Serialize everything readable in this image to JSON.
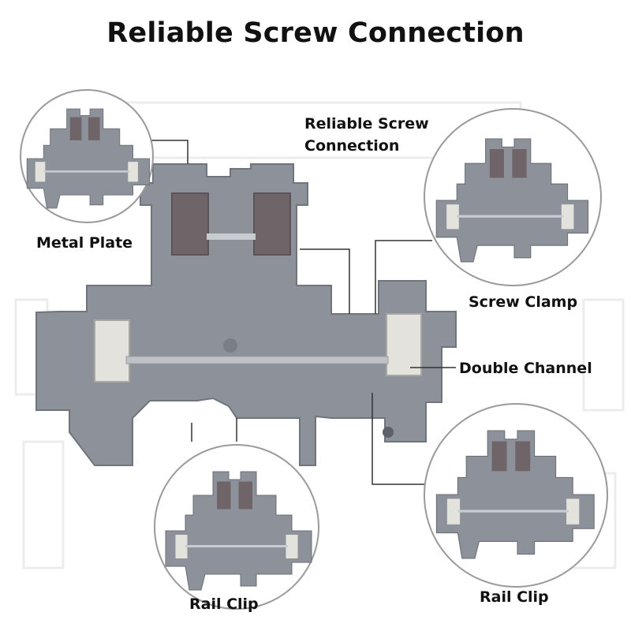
{
  "title": "Reliable Screw Connection",
  "callouts": {
    "top_label": "Reliable Screw\nConnection",
    "metal_plate": "Metal Plate",
    "screw_clamp": "Screw Clamp",
    "double_channel": "Double Channel",
    "rail_clip_left": "Rail Clip",
    "rail_clip_right": "Rail Clip"
  },
  "colors": {
    "housing": "#8d929a",
    "housing_shade": "#7a7f87",
    "metal": "#6f6569",
    "clamp": "#e4e2dc",
    "rail_bar": "#b9bcc1",
    "leader": "#333333",
    "circle": "#999999",
    "ghost": "#e8e8e8"
  }
}
